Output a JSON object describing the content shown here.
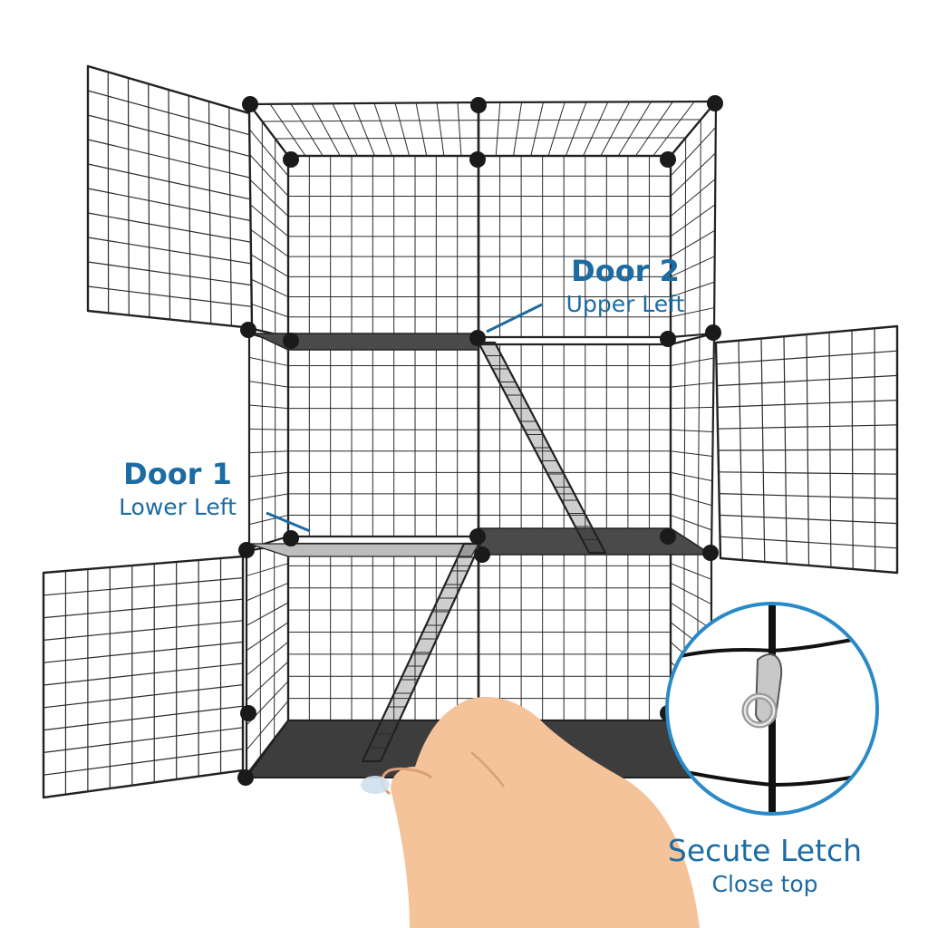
{
  "colors": {
    "label_text": "#1c6ba3",
    "frame": "#222222",
    "grid": "#2a2a2a",
    "shelf": "#4a4a4a",
    "floor": "#3d3d3d",
    "inset_ring": "#2a8ac8",
    "skin": "#f4c39a"
  },
  "labels": {
    "door2": {
      "title": "Door 2",
      "subtitle": "Upper Left"
    },
    "door1": {
      "title": "Door 1",
      "subtitle": "Lower Left"
    },
    "latch": {
      "title": "Secute Letch",
      "subtitle": "Close top"
    }
  }
}
